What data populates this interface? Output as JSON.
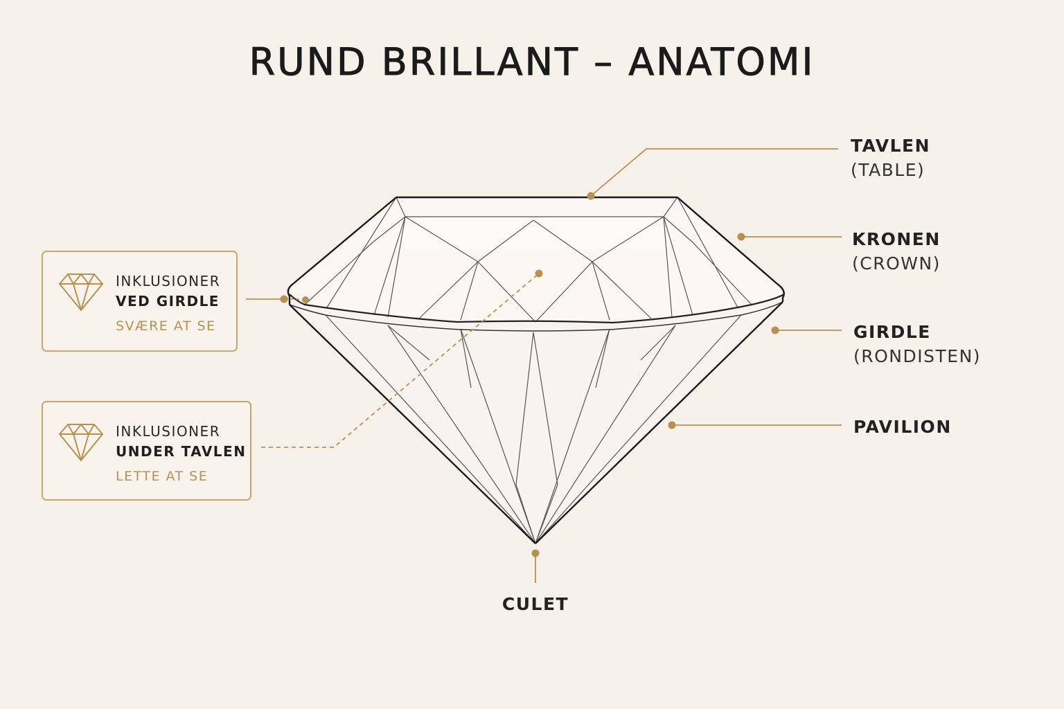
{
  "title": "RUND BRILLANT – ANATOMI",
  "colors": {
    "background": "#f6f1ea",
    "accent": "#b8914f",
    "ink": "#1f1f1f"
  },
  "labels": {
    "table": {
      "main": "TAVLEN",
      "sub": "(TABLE)"
    },
    "crown": {
      "main": "KRONEN",
      "sub": "(CROWN)"
    },
    "girdle": {
      "main": "GIRDLE",
      "sub": "(RONDISTEN)"
    },
    "pavilion": {
      "main": "PAVILION"
    },
    "culet": {
      "main": "CULET"
    }
  },
  "info_boxes": [
    {
      "icon": "diamond-icon",
      "line1": "INKLUSIONER",
      "line2": "VED GIRDLE",
      "line3": "SVÆRE AT SE"
    },
    {
      "icon": "diamond-icon",
      "line1": "INKLUSIONER",
      "line2": "UNDER TAVLEN",
      "line3": "LETTE AT SE"
    }
  ]
}
